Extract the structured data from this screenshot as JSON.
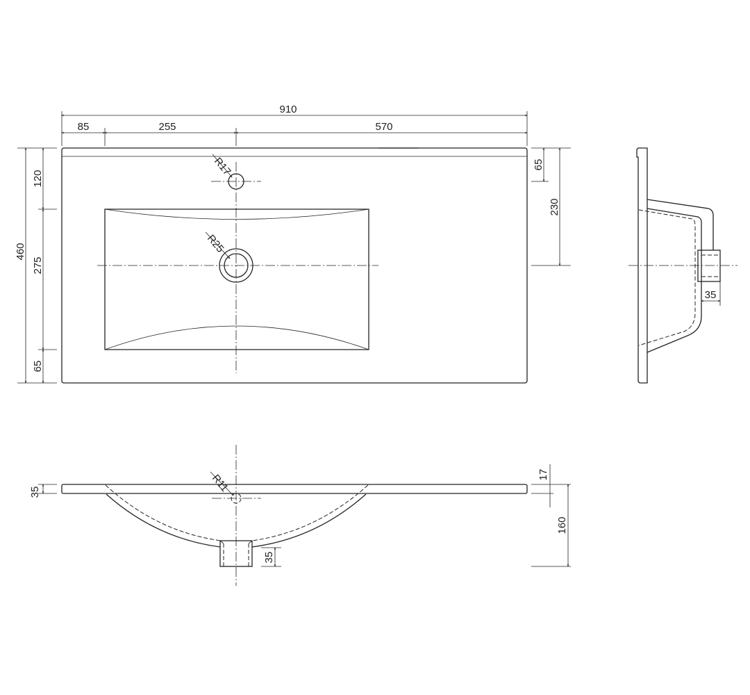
{
  "top_view": {
    "overall_width": "910",
    "offset_left": "85",
    "offset_to_tap": "255",
    "offset_right": "570",
    "overall_depth": "460",
    "back_to_basin": "120",
    "basin_depth": "275",
    "basin_to_front": "65",
    "back_to_tap": "65",
    "back_to_drain": "230",
    "tap_hole_radius": "R17",
    "drain_radius": "R25"
  },
  "side_view": {
    "drain_length": "35"
  },
  "front_view": {
    "slab_thickness_left": "35",
    "slab_thickness": "17",
    "total_height": "160",
    "drain_length": "35",
    "overflow_radius": "R11"
  }
}
